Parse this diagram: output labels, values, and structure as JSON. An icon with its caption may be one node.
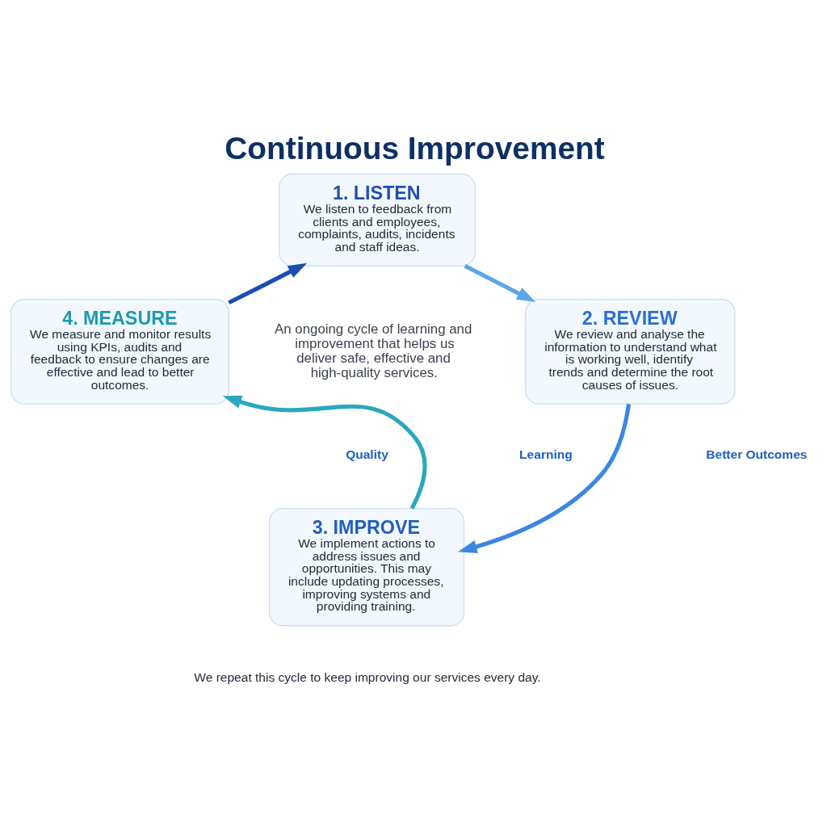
{
  "diagram": {
    "title": "Continuous Improvement",
    "nodes": [
      {
        "text": [
          "1. LISTEN",
          "We listen to feedback from clients and employees, complaints, audits, incidents and staff ideas."
        ]
      },
      {
        "text": [
          "2. REVIEW",
          "We review and analyse the information to understand what is working well, identify trends and determine the root causes of issues."
        ]
      },
      {
        "text": [
          "3. IMPROVE",
          "We implement actions to address issues and opportunities. This may include updating processes, improving systems and providing training."
        ]
      },
      {
        "text": [
          "4. MEASURE",
          "We measure and monitor results using KPIs, audits and feedback to ensure changes are effective and lead to better outcomes."
        ]
      }
    ],
    "edges": [
      {
        "from": 0,
        "to": 1,
        "arrow": "to",
        "color": "#5aa6e8"
      },
      {
        "from": 1,
        "to": 2,
        "arrow": "to",
        "color": "#3b86e0"
      },
      {
        "from": 2,
        "to": 3,
        "arrow": "to",
        "color": "#2aa8bf"
      },
      {
        "from": 3,
        "to": 0,
        "arrow": "to",
        "color": "#1a4fb0"
      }
    ],
    "labels": [
      "An ongoing cycle of learning and improvement that helps us deliver safe, effective and high-quality services.",
      "Learning",
      "Quality",
      "Better Outcomes",
      "We repeat this cycle to keep improving our services every day."
    ]
  }
}
